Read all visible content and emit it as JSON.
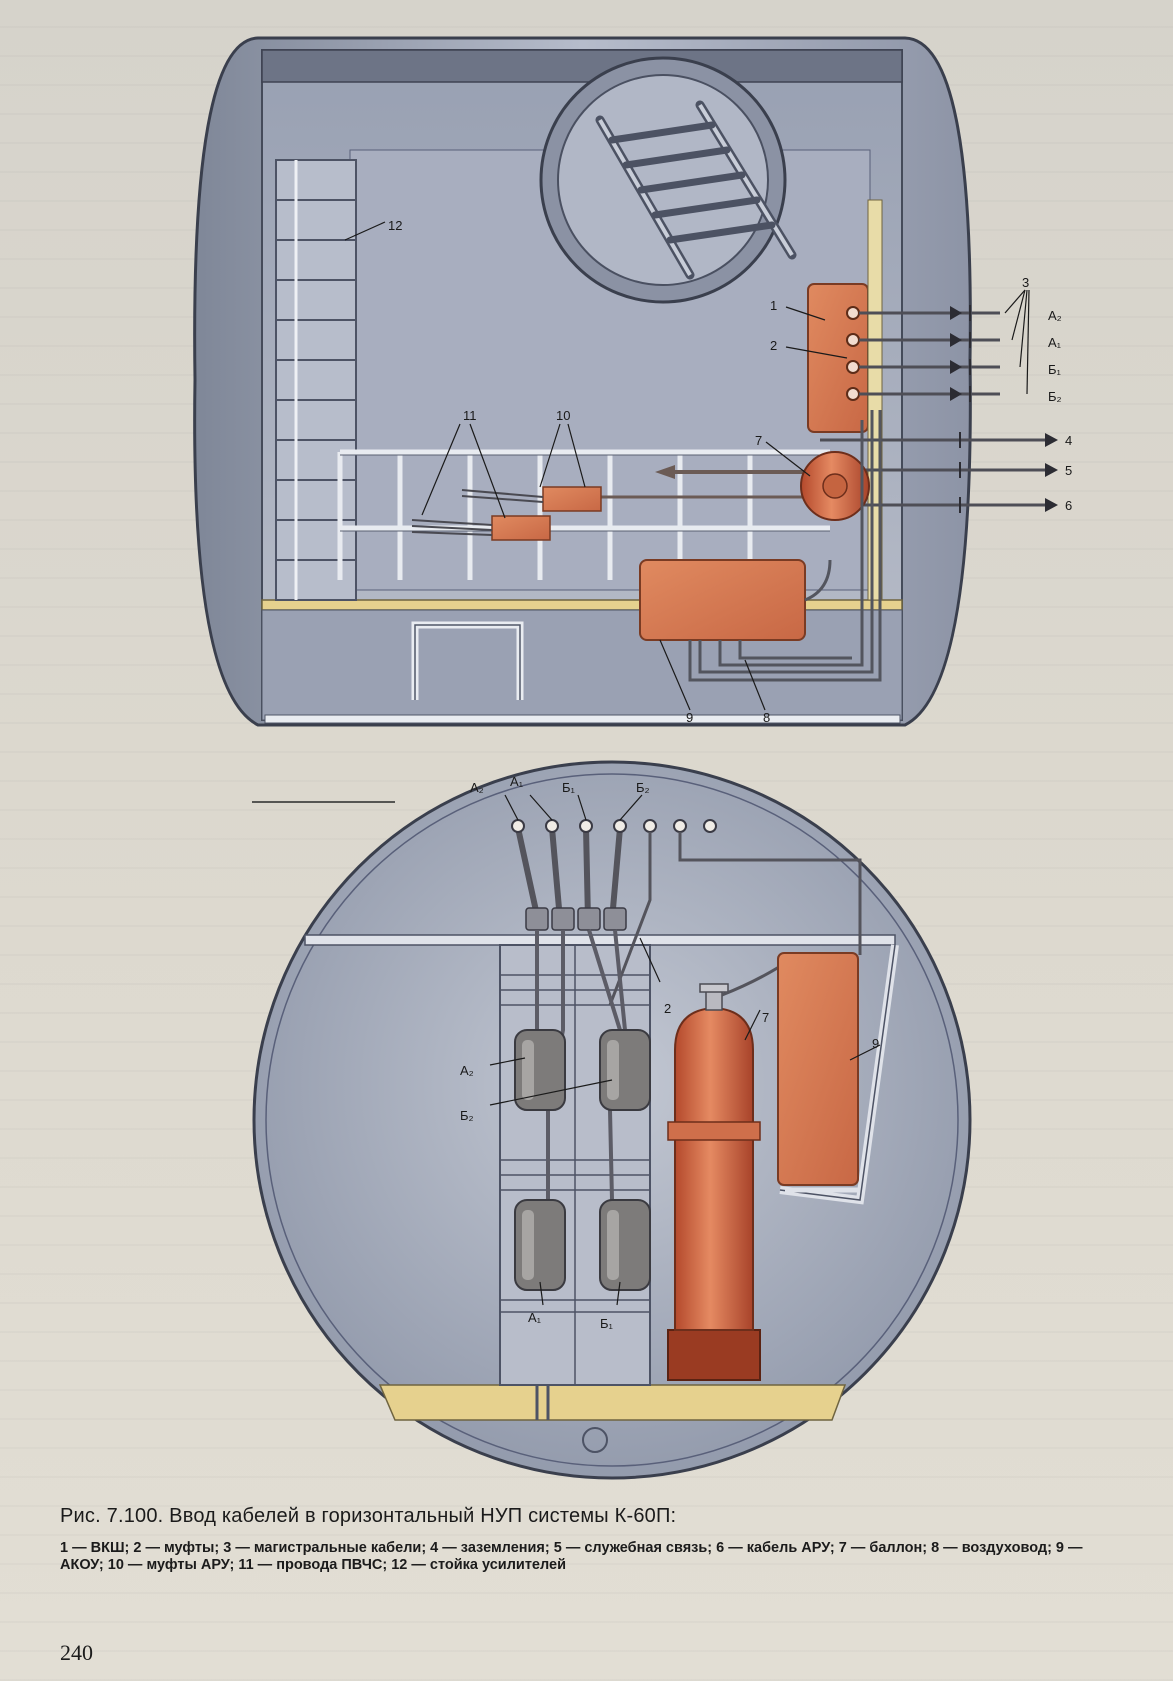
{
  "figure": {
    "top_view_labels": {
      "l1": "1",
      "l2": "2",
      "l3": "3",
      "l4": "4",
      "l5": "5",
      "l6": "6",
      "l7": "7",
      "l8": "8",
      "l9": "9",
      "l10": "10",
      "l11": "11",
      "l12": "12",
      "a2": "А₂",
      "a1": "А₁",
      "b1": "Б₁",
      "b2": "Б₂"
    },
    "section_view_labels": {
      "a2": "А₂",
      "a1": "А₁",
      "b1": "Б₁",
      "b2": "Б₂",
      "l2": "2",
      "l7": "7",
      "l9": "9",
      "muff_a2": "А₂",
      "muff_b2": "Б₂",
      "muff_a1": "А₁",
      "muff_b1": "Б₁"
    },
    "colors": {
      "equipment_orange": "#d9784f",
      "tank_steel": "#a9b0bf",
      "floor_wood": "#e6d18e",
      "muff_grey": "#7d7b7a"
    }
  },
  "caption": {
    "title": "Рис. 7.100. Ввод кабелей в горизонтальный НУП системы К-60П:",
    "legend": "1 — ВКШ; 2 — муфты; 3 — магистральные кабели; 4 — заземления; 5 — служебная связь; 6 — кабель АРУ; 7 — баллон; 8 — воздуховод; 9 — АКОУ; 10 — муфты АРУ; 11 — провода ПВЧС; 12 — стойка усилителей"
  },
  "page_number": "240"
}
